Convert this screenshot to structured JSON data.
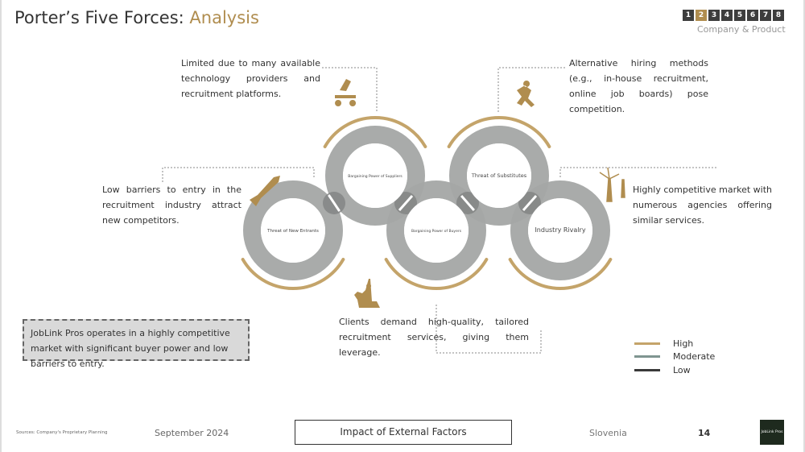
{
  "header": {
    "title_main": "Porter’s Five Forces: ",
    "title_accent": "Analysis",
    "pages": [
      "1",
      "2",
      "3",
      "4",
      "5",
      "6",
      "7",
      "8"
    ],
    "active_page": "2",
    "section": "Company & Product"
  },
  "forces": [
    {
      "label": "Threat of New Entrants",
      "text": "Low barriers to entry in the recruitment industry attract new competitors.",
      "icon": "rocket-icon",
      "level": "High"
    },
    {
      "label": "Bargaining Power of Suppliers",
      "text": "Limited due to many available technology providers and recruitment platforms.",
      "icon": "hand-truck-icon",
      "level": "High"
    },
    {
      "label": "Bargaining Power of Buyers",
      "text": "Clients demand high-quality, tailored recruitment services, giving them leverage.",
      "icon": "climber-icon",
      "level": "High"
    },
    {
      "label": "Threat of Substitutes",
      "text": "Alternative hiring methods (e.g., in-house recruitment, online job boards) pose competition.",
      "icon": "running-person-icon",
      "level": "High"
    },
    {
      "label": "Industry Rivalry",
      "text": "Highly competitive market with numerous agencies offering similar services.",
      "icon": "wind-turbine-icon",
      "level": "High"
    }
  ],
  "callout": "JobLink Pros operates in a highly competitive market with significant buyer power and low barriers to entry.",
  "legend": [
    {
      "label": "High",
      "color": "#c4a46a"
    },
    {
      "label": "Moderate",
      "color": "#7f9590"
    },
    {
      "label": "Low",
      "color": "#3a3a3a"
    }
  ],
  "colors": {
    "accent": "#b08d4f",
    "ring": "#a4a6a5"
  },
  "footer": {
    "source": "Sources: Company's Proprietary Planning",
    "date": "September 2024",
    "topic": "Impact of External Factors",
    "country": "Slovenia",
    "page": "14",
    "logo": "JobLink Pros"
  }
}
